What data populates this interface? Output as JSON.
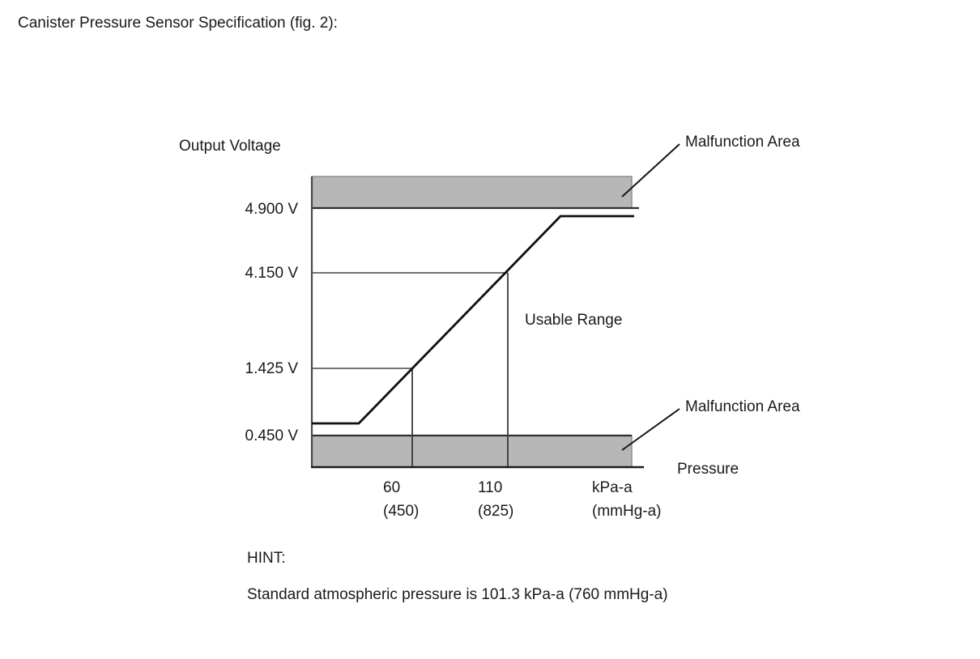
{
  "title": "Canister Pressure Sensor Specification (fig. 2):",
  "chart": {
    "y_axis_title": "Output Voltage",
    "x_axis_title": "Pressure",
    "y_ticks": {
      "v4900": "4.900 V",
      "v4150": "4.150 V",
      "v1425": "1.425 V",
      "v0450": "0.450 V"
    },
    "x_ticks": [
      {
        "value": "60",
        "alt": "(450)"
      },
      {
        "value": "110",
        "alt": "(825)"
      }
    ],
    "x_unit": {
      "value": "kPa-a",
      "alt": "(mmHg-a)"
    },
    "annotations": {
      "usable_range": "Usable Range",
      "malfunction_top": "Malfunction Area",
      "malfunction_bottom": "Malfunction Area"
    }
  },
  "hint": {
    "heading": "HINT:",
    "text": "Standard atmospheric pressure is 101.3 kPa-a (760 mmHg-a)"
  },
  "colors": {
    "background": "#ffffff",
    "text": "#1a1a1a",
    "malfunction_band_fill": "#b7b7b7",
    "malfunction_band_border": "#8e8e8e",
    "sensor_line": "#0f0f0f",
    "grid_line": "#5f5f5f",
    "axis_line": "#2a2a2a"
  },
  "chart_data": {
    "type": "line",
    "title": "Canister Pressure Sensor Specification (fig. 2)",
    "xlabel": "Pressure",
    "ylabel": "Output Voltage",
    "x_unit": "kPa-a (mmHg-a)",
    "y_unit": "V",
    "y_ticks_V": [
      0.45,
      1.425,
      4.15,
      4.9
    ],
    "x_ticks": [
      {
        "kPa_a": 60,
        "mmHg_a": 450
      },
      {
        "kPa_a": 110,
        "mmHg_a": 825
      }
    ],
    "series": [
      {
        "name": "Sensor output (usable range)",
        "points": [
          {
            "pressure_kPa_a": 60,
            "pressure_mmHg_a": 450,
            "voltage_V": 1.425
          },
          {
            "pressure_kPa_a": 110,
            "pressure_mmHg_a": 825,
            "voltage_V": 4.15
          }
        ],
        "shape": "flat low segment, linear rise through spec points, flat high segment",
        "clamp_low_V": 0.45,
        "clamp_high_V": 4.9
      }
    ],
    "regions": [
      {
        "label": "Malfunction Area",
        "condition": "output above 4.900 V"
      },
      {
        "label": "Malfunction Area",
        "condition": "output below 0.450 V"
      },
      {
        "label": "Usable Range",
        "condition": "between 0.450 V and 4.900 V"
      }
    ],
    "footnote": "Standard atmospheric pressure is 101.3 kPa-a (760 mmHg-a)",
    "grid": false,
    "legend": false,
    "not_to_scale": true
  }
}
